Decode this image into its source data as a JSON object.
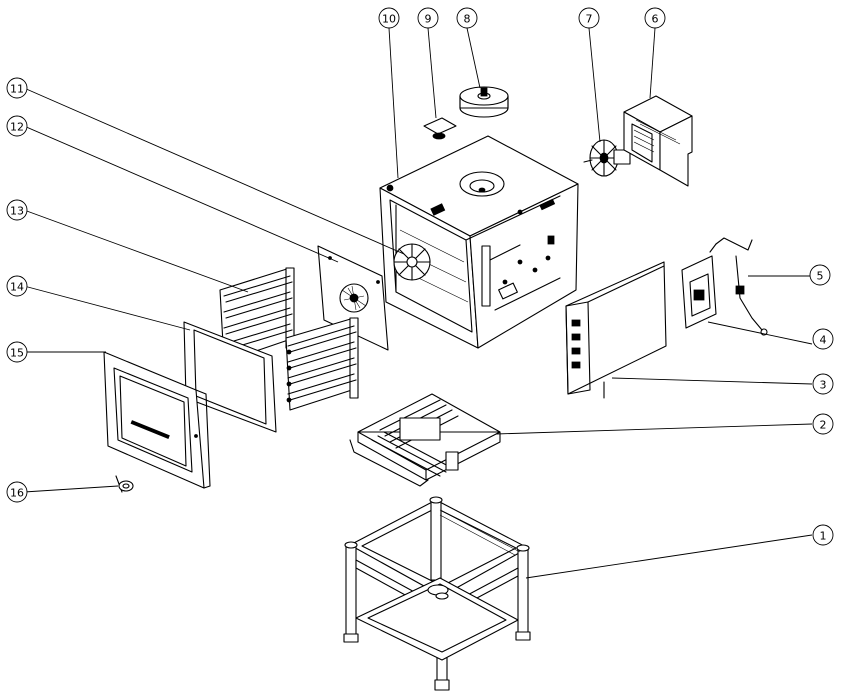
{
  "callouts": [
    {
      "number": "1",
      "part": "stand"
    },
    {
      "number": "2",
      "part": "base-tray"
    },
    {
      "number": "3",
      "part": "side-panel"
    },
    {
      "number": "4",
      "part": "control-box"
    },
    {
      "number": "5",
      "part": "wiring-harness"
    },
    {
      "number": "6",
      "part": "rear-cover"
    },
    {
      "number": "7",
      "part": "fan-motor"
    },
    {
      "number": "8",
      "part": "fan-housing"
    },
    {
      "number": "9",
      "part": "vent-cap"
    },
    {
      "number": "10",
      "part": "oven-cavity"
    },
    {
      "number": "11",
      "part": "fan-wheel"
    },
    {
      "number": "12",
      "part": "baffle-plate"
    },
    {
      "number": "13",
      "part": "rack-rails"
    },
    {
      "number": "14",
      "part": "door-gasket"
    },
    {
      "number": "15",
      "part": "door"
    },
    {
      "number": "16",
      "part": "door-handle"
    }
  ],
  "colors": {
    "line": "#000000",
    "background": "#ffffff"
  }
}
